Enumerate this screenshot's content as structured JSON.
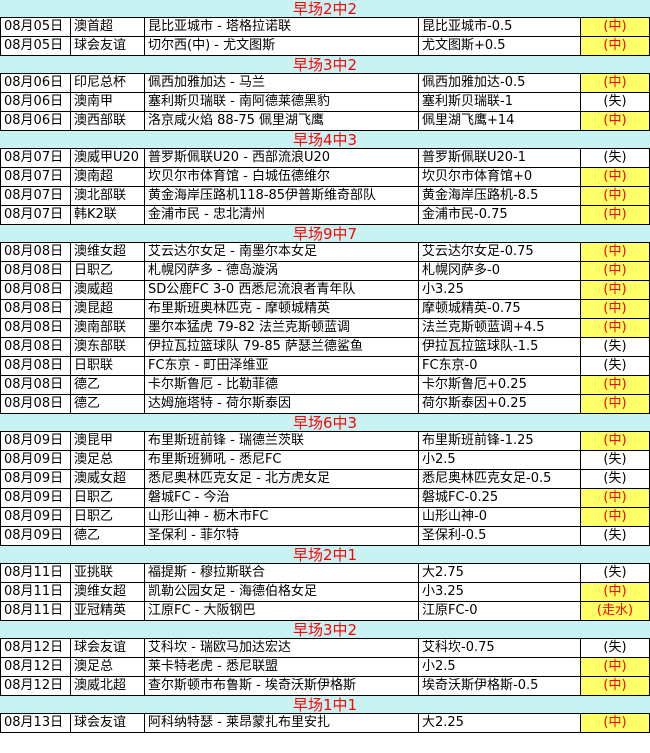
{
  "groups": [
    {
      "header": "早场2中2",
      "rows": [
        [
          "08月05日",
          "澳首超",
          "昆比亚城市 - 塔格拉诺联",
          "昆比亚城市-0.5",
          "(中)",
          "win"
        ],
        [
          "08月05日",
          "球会友谊",
          "切尔西(中) - 尤文图斯",
          "尤文图斯+0.5",
          "(中)",
          "win"
        ]
      ]
    },
    {
      "header": "早场3中2",
      "rows": [
        [
          "08月06日",
          "印尼总杯",
          "佩西加雅加达 - 马兰",
          "佩西加雅加达-0.5",
          "(中)",
          "win"
        ],
        [
          "08月06日",
          "澳南甲",
          "塞利斯贝瑞联 - 南阿德莱德黑豹",
          "塞利斯贝瑞联-1",
          "(失)",
          "loss"
        ],
        [
          "08月06日",
          "澳西部联",
          "洛京咸火焰 88-75 佩里湖飞鹰",
          "佩里湖飞鹰+14",
          "(中)",
          "win"
        ]
      ]
    },
    {
      "header": "早场4中3",
      "rows": [
        [
          "08月07日",
          "澳威甲U20",
          "普罗斯佩联U20 - 西部流浪U20",
          "普罗斯佩联U20-1",
          "(失)",
          "loss"
        ],
        [
          "08月07日",
          "澳南超",
          "坎贝尔市体育馆 - 白城伍德维尔",
          "坎贝尔市体育馆+0",
          "(中)",
          "win"
        ],
        [
          "08月07日",
          "澳北部联",
          "黄金海岸压路机118-85伊普斯维奇部队",
          "黄金海岸压路机-8.5",
          "(中)",
          "win"
        ],
        [
          "08月07日",
          "韩K2联",
          "金浦市民 - 忠北清州",
          "金浦市民-0.75",
          "(中)",
          "win"
        ]
      ]
    },
    {
      "header": "早场9中7",
      "rows": [
        [
          "08月08日",
          "澳维女超",
          "艾云达尔女足 - 南墨尔本女足",
          "艾云达尔女足-0.75",
          "(中)",
          "win"
        ],
        [
          "08月08日",
          "日职乙",
          "札幌冈萨多 - 德岛漩涡",
          "札幌冈萨多-0",
          "(中)",
          "win"
        ],
        [
          "08月08日",
          "澳威超",
          "SD公鹿FC 3-0 西悉尼流浪者青年队",
          "小3.25",
          "(中)",
          "win"
        ],
        [
          "08月08日",
          "澳昆超",
          "布里斯班奥林匹克 - 摩顿城精英",
          "摩顿城精英-0.75",
          "(中)",
          "win"
        ],
        [
          "08月08日",
          "澳南部联",
          "墨尔本猛虎 79-82 法兰克斯顿蓝调",
          "法兰克斯顿蓝调+4.5",
          "(中)",
          "win"
        ],
        [
          "08月08日",
          "澳东部联",
          "伊拉瓦拉篮球队 79-85 萨瑟兰德鲨鱼",
          "伊拉瓦拉篮球队-1.5",
          "(失)",
          "loss"
        ],
        [
          "08月08日",
          "日职联",
          "FC东京 - 町田泽维亚",
          "FC东京-0",
          "(失)",
          "loss"
        ],
        [
          "08月08日",
          "德乙",
          "卡尔斯鲁厄 - 比勒菲德",
          "卡尔斯鲁厄+0.25",
          "(中)",
          "win"
        ],
        [
          "08月08日",
          "德乙",
          "达姆施塔特 - 荷尔斯泰因",
          "荷尔斯泰因+0.25",
          "(中)",
          "win"
        ]
      ]
    },
    {
      "header": "早场6中3",
      "rows": [
        [
          "08月09日",
          "澳昆甲",
          "布里斯班前锋 - 瑞德兰茨联",
          "布里斯班前锋-1.25",
          "(中)",
          "win"
        ],
        [
          "08月09日",
          "澳足总",
          "布里斯班狮吼 - 悉尼FC",
          "小2.5",
          "(失)",
          "loss"
        ],
        [
          "08月09日",
          "澳威女超",
          "悉尼奥林匹克女足 - 北方虎女足",
          "悉尼奥林匹克女足-0.5",
          "(失)",
          "loss"
        ],
        [
          "08月09日",
          "日职乙",
          "磐城FC - 今治",
          "磐城FC-0.25",
          "(中)",
          "win"
        ],
        [
          "08月09日",
          "日职乙",
          "山形山神 - 枥木市FC",
          "山形山神-0",
          "(中)",
          "win"
        ],
        [
          "08月09日",
          "德乙",
          "圣保利 - 菲尔特",
          "圣保利-0.5",
          "(失)",
          "loss"
        ]
      ]
    },
    {
      "header": "早场2中1",
      "rows": [
        [
          "08月11日",
          "亚挑联",
          "福提斯 - 穆拉斯联合",
          "大2.75",
          "(失)",
          "loss"
        ],
        [
          "08月11日",
          "澳维女超",
          "凯勒公园女足 - 海德伯格女足",
          "小3.25",
          "(中)",
          "win"
        ],
        [
          "08月11日",
          "亚冠精英",
          "江原FC - 大阪钢巴",
          "江原FC-0",
          "(走水)",
          "push"
        ]
      ]
    },
    {
      "header": "早场3中2",
      "rows": [
        [
          "08月12日",
          "球会友谊",
          "艾科坎 - 瑞欧马加达宏达",
          "艾科坎-0.75",
          "(失)",
          "loss"
        ],
        [
          "08月12日",
          "澳足总",
          "莱卡特老虎 - 悉尼联盟",
          "小2.5",
          "(中)",
          "win"
        ],
        [
          "08月12日",
          "澳威北超",
          "查尔斯顿市布鲁斯 - 埃奇沃斯伊格斯",
          "埃奇沃斯伊格斯-0.5",
          "(中)",
          "win"
        ]
      ]
    },
    {
      "header": "早场1中1",
      "rows": [
        [
          "08月13日",
          "球会友谊",
          "阿科纳特瑟 - 莱昂蒙扎布里安扎",
          "大2.25",
          "(中)",
          "win"
        ]
      ]
    }
  ]
}
